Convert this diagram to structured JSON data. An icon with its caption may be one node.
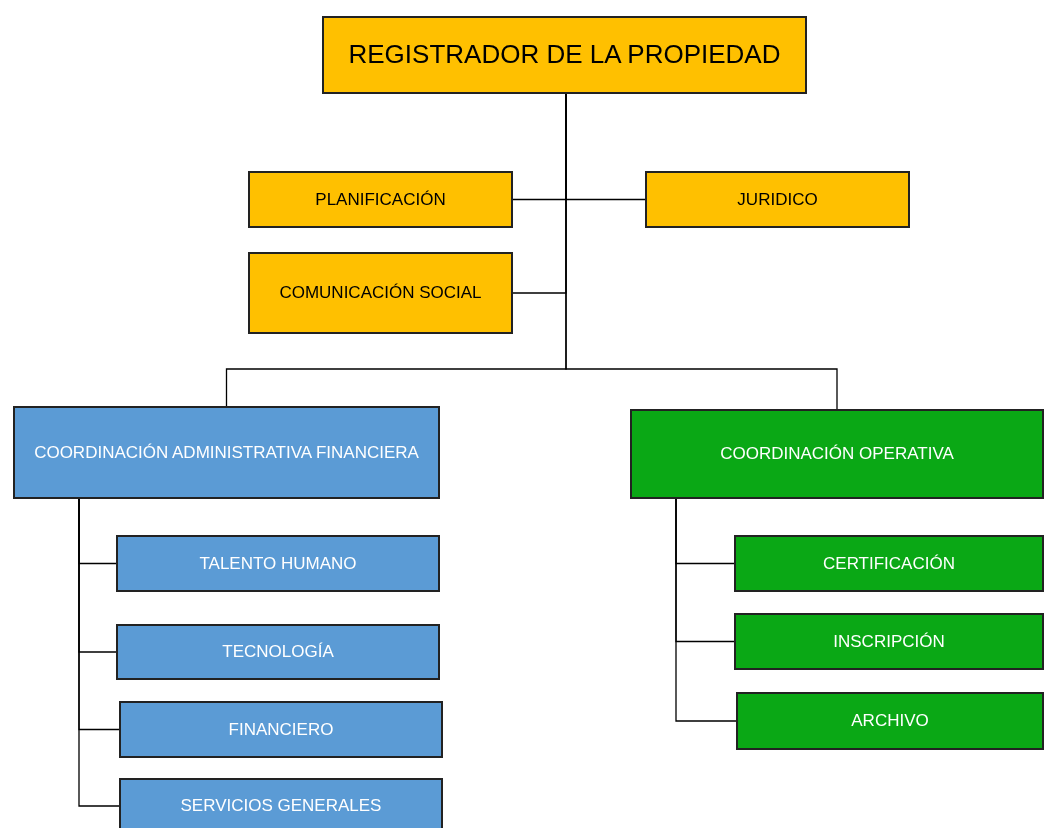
{
  "diagram": {
    "nodes": [
      {
        "text": [
          "REGISTRADOR DE LA PROPIEDAD"
        ]
      },
      {
        "text": [
          "PLANIFICACIÓN"
        ]
      },
      {
        "text": [
          "JURIDICO"
        ]
      },
      {
        "text": [
          "COMUNICACIÓN SOCIAL"
        ]
      },
      {
        "text": [
          "COORDINACIÓN ADMINISTRATIVA FINANCIERA"
        ]
      },
      {
        "text": [
          "COORDINACIÓN OPERATIVA"
        ]
      },
      {
        "text": [
          "TALENTO HUMANO"
        ]
      },
      {
        "text": [
          "TECNOLOGÍA"
        ]
      },
      {
        "text": [
          "FINANCIERO"
        ]
      },
      {
        "text": [
          "SERVICIOS GENERALES"
        ]
      },
      {
        "text": [
          "CERTIFICACIÓN"
        ]
      },
      {
        "text": [
          "INSCRIPCIÓN"
        ]
      },
      {
        "text": [
          "ARCHIVO"
        ]
      }
    ],
    "edges": [
      {
        "from": 0,
        "to": 1,
        "arrow": "none"
      },
      {
        "from": 0,
        "to": 2,
        "arrow": "none"
      },
      {
        "from": 0,
        "to": 3,
        "arrow": "none"
      },
      {
        "from": 0,
        "to": 4,
        "arrow": "none"
      },
      {
        "from": 0,
        "to": 5,
        "arrow": "none"
      },
      {
        "from": 4,
        "to": 6,
        "arrow": "none"
      },
      {
        "from": 4,
        "to": 7,
        "arrow": "none"
      },
      {
        "from": 4,
        "to": 8,
        "arrow": "none"
      },
      {
        "from": 4,
        "to": 9,
        "arrow": "none"
      },
      {
        "from": 5,
        "to": 10,
        "arrow": "none"
      },
      {
        "from": 5,
        "to": 11,
        "arrow": "none"
      },
      {
        "from": 5,
        "to": 12,
        "arrow": "none"
      }
    ]
  }
}
